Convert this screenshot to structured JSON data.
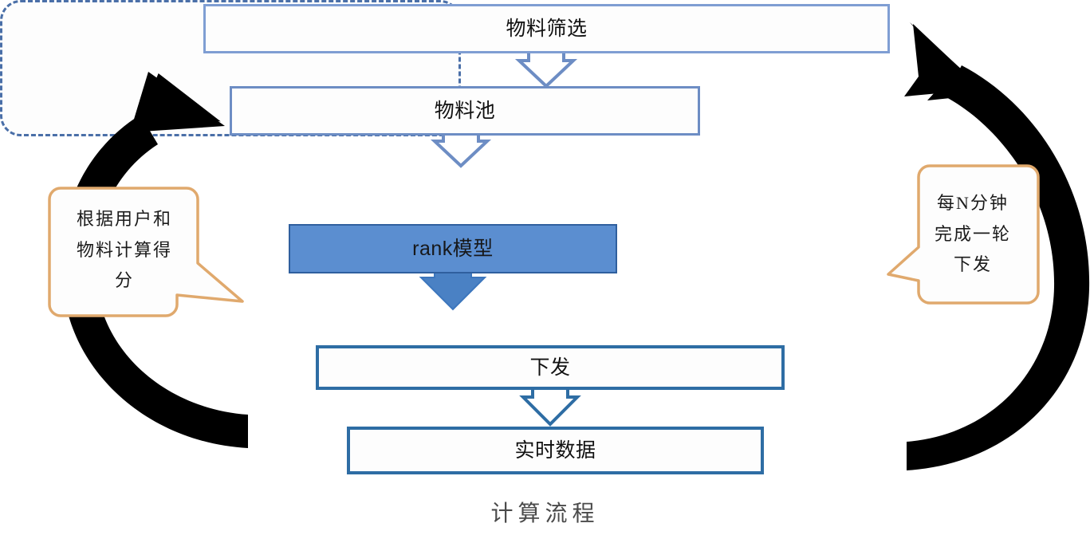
{
  "diagram": {
    "caption": "计算流程",
    "nodes": [
      {
        "id": "filter",
        "label": "物料筛选",
        "border_color": "#7f9ed3",
        "fill": "#fdfdfd"
      },
      {
        "id": "pool",
        "label": "物料池",
        "border_color": "#6d8dc4",
        "fill": "#fdfdfd"
      },
      {
        "id": "rank",
        "label": "rank模型",
        "border_color": "#2f5f9e",
        "fill": "#5b8ed0"
      },
      {
        "id": "deliver",
        "label": "下发",
        "border_color": "#2e6da4",
        "fill": "#fdfdfd"
      },
      {
        "id": "realtime",
        "label": "实时数据",
        "border_color": "#2e6da4",
        "fill": "#fdfdfd"
      }
    ],
    "group": {
      "id": "rank-group",
      "style": "dashed-rounded",
      "border_color": "#4a6fa8"
    },
    "callouts": [
      {
        "id": "left",
        "lines": [
          "根据用户和",
          "物料计算得",
          "分"
        ],
        "border_color": "#e0a96d",
        "tail_direction": "right"
      },
      {
        "id": "right",
        "lines": [
          "每N分钟",
          "完成一轮",
          "下发"
        ],
        "border_color": "#e0a96d",
        "tail_direction": "left"
      }
    ],
    "connectors": [
      {
        "from": "filter",
        "to": "pool",
        "style": "outline-down-arrow",
        "color": "#6d8dc4"
      },
      {
        "from": "pool",
        "to": "rank",
        "style": "outline-down-arrow",
        "color": "#6d8dc4"
      },
      {
        "from": "rank",
        "to": "deliver",
        "style": "filled-down-arrow",
        "color": "#4a81c4"
      },
      {
        "from": "deliver",
        "to": "realtime",
        "style": "outline-down-arrow",
        "color": "#2e6da4"
      }
    ],
    "loop_arrows": [
      {
        "id": "left-loop",
        "color": "#000000",
        "direction": "counter-clockwise-up"
      },
      {
        "id": "right-loop",
        "color": "#000000",
        "direction": "clockwise-up"
      }
    ]
  }
}
